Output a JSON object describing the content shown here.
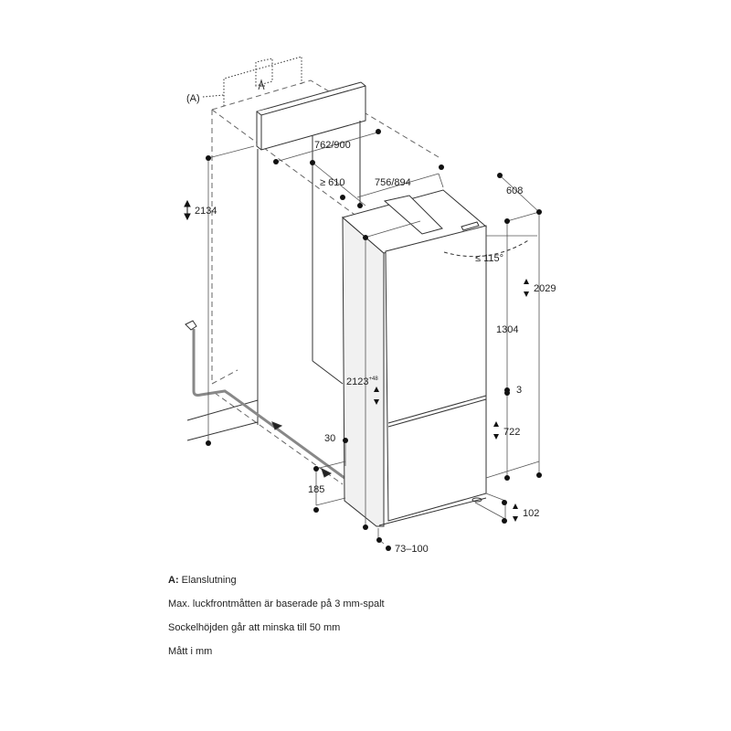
{
  "diagram": {
    "labels": {
      "connection_marker": "(A)",
      "niche_width": "762/900",
      "niche_depth_min": "≥ 610",
      "appliance_width": "756/894",
      "appliance_depth": "608",
      "door_angle": "≤ 115°",
      "niche_height": "2134",
      "appliance_height": "2029",
      "upper_door": "1304",
      "door_gap": "3",
      "lower_door": "722",
      "height_range": "2123",
      "height_range_sup": "+48",
      "plinth_offset": "30",
      "plinth_depth": "185",
      "plinth_height": "102",
      "front_offset": "73–100"
    }
  },
  "notes": [
    {
      "key": "A:",
      "text": " Elanslutning"
    },
    {
      "key": "",
      "text": "Max. luckfrontmåtten är baserade på 3 mm-spalt"
    },
    {
      "key": "",
      "text": "Sockelhöjden går att minska till 50 mm"
    },
    {
      "key": "",
      "text": "Mått i mm"
    }
  ]
}
